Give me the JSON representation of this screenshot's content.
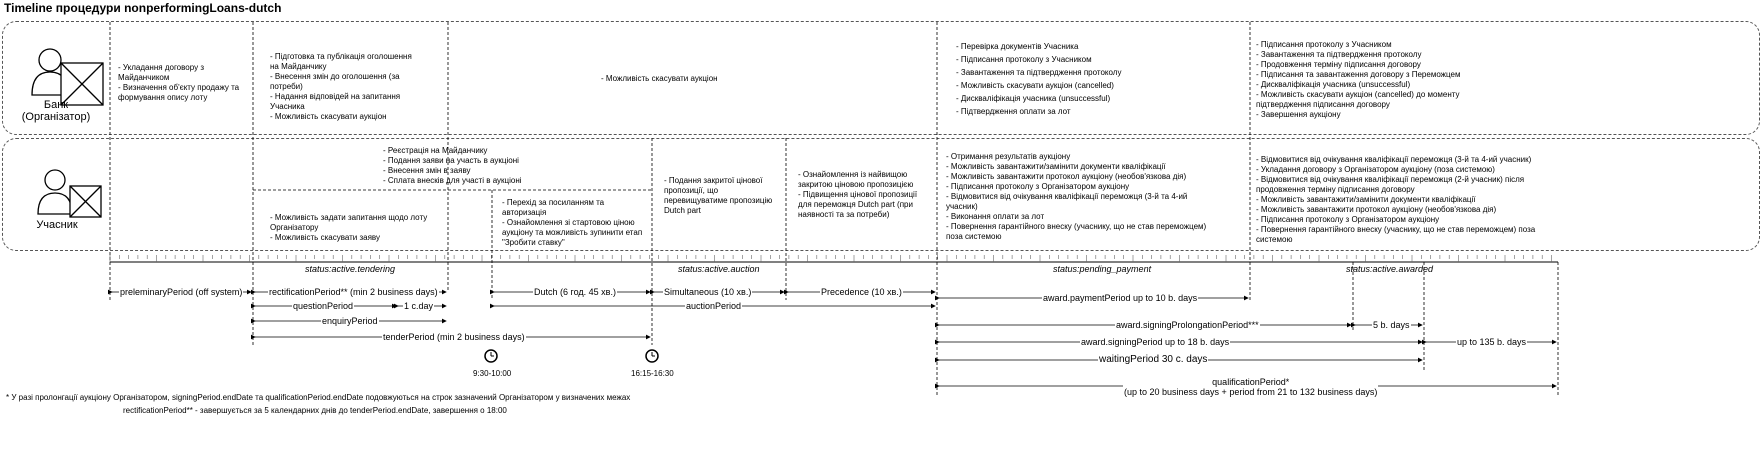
{
  "title": "Timeline процедури nonperformingLoans-dutch",
  "lanes": {
    "bank": {
      "label": "Банк\n(Організатор)",
      "cells": [
        "- Укладання договору з Майданчиком\n- Визначення об'єкту продажу та формування опису лоту",
        "- Підготовка та публікація оголошення на Майданчику\n- Внесення змін до оголошення (за потреби)\n- Надання відповідей на запитання Учасника\n- Можливість скасувати аукціон",
        "- Можливість скасувати аукціон",
        "- Перевірка документів Учасника\n- Підписання протоколу з Учасником\n- Завантаження та підтвердження протоколу\n- Можливість скасувати аукціон (cancelled)\n- Дискваліфікація учасника (unsuccessful)\n- Підтвердження оплати за лот",
        "- Підписання протоколу з Учасником\n- Завантаження та підтвердження протоколу\n- Продовження терміну підписання договору\n- Підписання та завантаження договору з Переможцем\n- Дискваліфікація учасника (unsuccessful)\n- Можливість скасувати аукціон (cancelled) до моменту підтвердження підписання договору\n- Завершення аукціону"
      ]
    },
    "participant": {
      "label": "Учасник",
      "cells": [
        "- Реєстрація на Майданчику\n- Подання заяви на участь в аукціоні\n- Внесення змін в заяву\n- Сплата внесків для участі в аукціоні",
        "- Можливість задати запитання щодо лоту Організатору\n- Можливість скасувати заяву",
        "- Перехід за посиланням та авторизація\n- Ознайомлення зі стартовою ціною аукціону та можливість зупинити етап \"Зробити ставку\"",
        "- Подання закритої цінової пропозиції, що перевищуватиме пропозицію Dutch part",
        "- Ознайомлення із найвищою закритою ціновою пропозицією\n- Підвищення цінової пропозиції для переможця Dutch part (при наявності та за потреби)",
        "- Отримання результатів аукціону\n- Можливість завантажити/замінити документи кваліфікації\n- Можливість завантажити протокол аукціону (необов'язкова дія)\n- Підписання протоколу з Організатором аукціону\n- Відмовитися від очікування кваліфікації переможця (3-й  та 4-ий учасник)\n- Виконання оплати за лот\n- Повернення гарантійного внеску (учаснику, що не став переможцем) поза системою",
        "- Відмовитися від очікування кваліфікації переможця (3-й  та 4-ий учасник)\n- Укладання договору з Організатором аукціону (поза системою)\n- Відмовитися від очікування кваліфікації переможця (2-й  учасник) після продовження терміну підписання договору\n- Можливість завантажити/замінити документи кваліфікації\n- Можливість завантажити протокол аукціону (необов'язкова дія)\n- Підписання протоколу з Організатором аукціону\n- Повернення гарантійного внеску (учаснику, що не став переможцем) поза системою"
      ]
    }
  },
  "statuses": [
    "status:active.tendering",
    "status:active.auction",
    "status:pending_payment",
    "status:active.awarded"
  ],
  "periods": {
    "preliminary": "preleminaryPeriod (off system)",
    "rectification": "rectificationPeriod** (min 2 business days)",
    "dutch": "Dutch (6 год. 45 хв.)",
    "simultaneous": "Simultaneous (10 хв.)",
    "precedence": "Precedence (10 хв.)",
    "question": "questionPeriod",
    "one_day": "1 c.day",
    "auction": "auctionPeriod",
    "award_payment": "award.paymentPeriod up to 10 b. days",
    "enquiry": "enquiryPeriod",
    "tender": "tenderPeriod (min 2 business days)",
    "signing_prolongation": "award.signingProlongationPeriod***",
    "five_days": "5 b. days",
    "signing": "award.signingPeriod up to 18 b. days",
    "up_to_135": "up to 135 b. days",
    "waiting": "waitingPeriod 30 c. days",
    "qualification": "qualificationPeriod*\n(up to 20 business days + period from 21 to 132 business days)"
  },
  "clocks": [
    "9:30-10:00",
    "16:15-16:30"
  ],
  "footnotes": [
    "* У разі пролонгації аукціону Організатором, signingPeriod.endDate та qualificationPeriod.endDate подовжуються на строк зазначений Організатором у визначених межах",
    "rectificationPeriod** - завершується за 5 календарних днів до tenderPeriod.endDate, завершення о 18:00"
  ]
}
